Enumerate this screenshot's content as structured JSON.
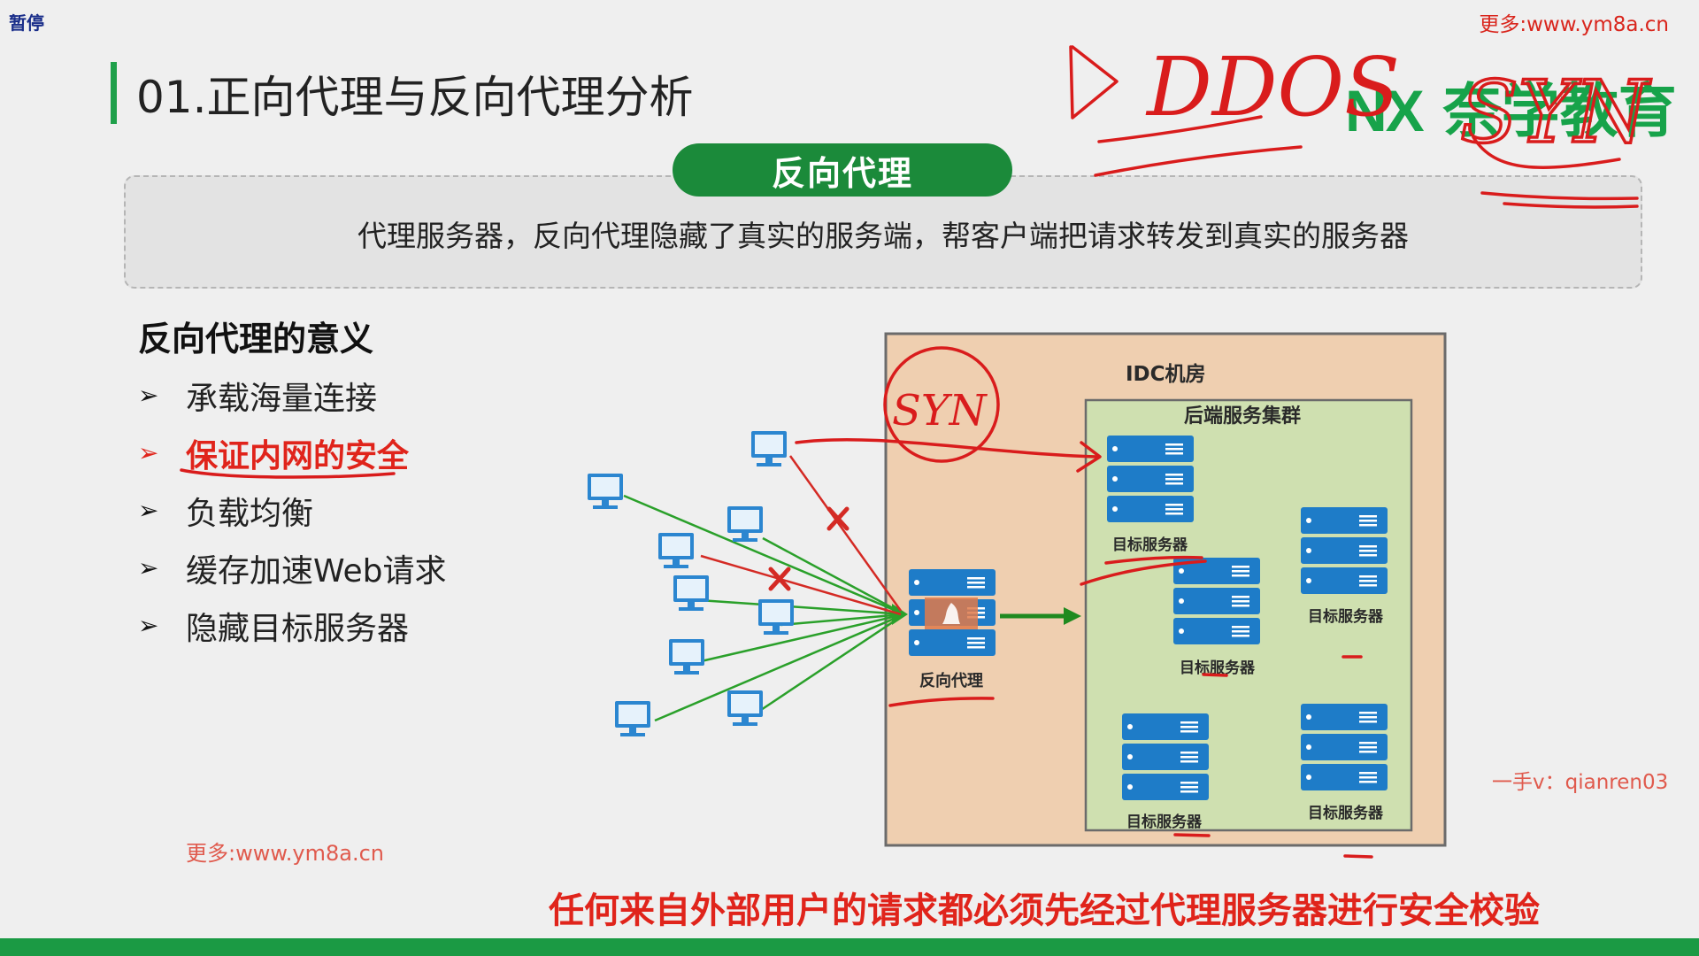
{
  "player": {
    "pause_label": "暂停"
  },
  "watermark": {
    "top": "更多:www.ym8a.cn",
    "bottom": "更多:www.ym8a.cn"
  },
  "contact": "一手v：qianren03",
  "title": "01.正向代理与反向代理分析",
  "logo": {
    "mark": "NX",
    "text": "奈学教育"
  },
  "definition": {
    "badge": "反向代理",
    "text": "代理服务器，反向代理隐藏了真实的服务端，帮客户端把请求转发到真实的服务器"
  },
  "meaning": {
    "title": "反向代理的意义",
    "items": [
      {
        "label": "承载海量连接",
        "active": false
      },
      {
        "label": "保证内网的安全",
        "active": true
      },
      {
        "label": "负载均衡",
        "active": false
      },
      {
        "label": "缓存加速Web请求",
        "active": false
      },
      {
        "label": "隐藏目标服务器",
        "active": false
      }
    ]
  },
  "diagram": {
    "idc_label": "IDC机房",
    "cluster_label": "后端服务集群",
    "proxy_label": "反向代理",
    "servers": [
      {
        "label": "目标服务器"
      },
      {
        "label": "目标服务器"
      },
      {
        "label": "目标服务器"
      },
      {
        "label": "目标服务器"
      },
      {
        "label": "目标服务器"
      }
    ]
  },
  "handwriting": {
    "ddos": "DDOS",
    "syn_top": "SYN",
    "syn_circle": "SYN"
  },
  "footer": "任何来自外部用户的请求都必须先经过代理服务器进行安全校验",
  "colors": {
    "brand_green": "#1b8a3a",
    "accent_red": "#e0241b",
    "idc_bg": "#efcfb0",
    "cluster_bg": "#cfe0b0",
    "server_blue": "#1e7cc8",
    "link_green": "#2aa02a"
  }
}
